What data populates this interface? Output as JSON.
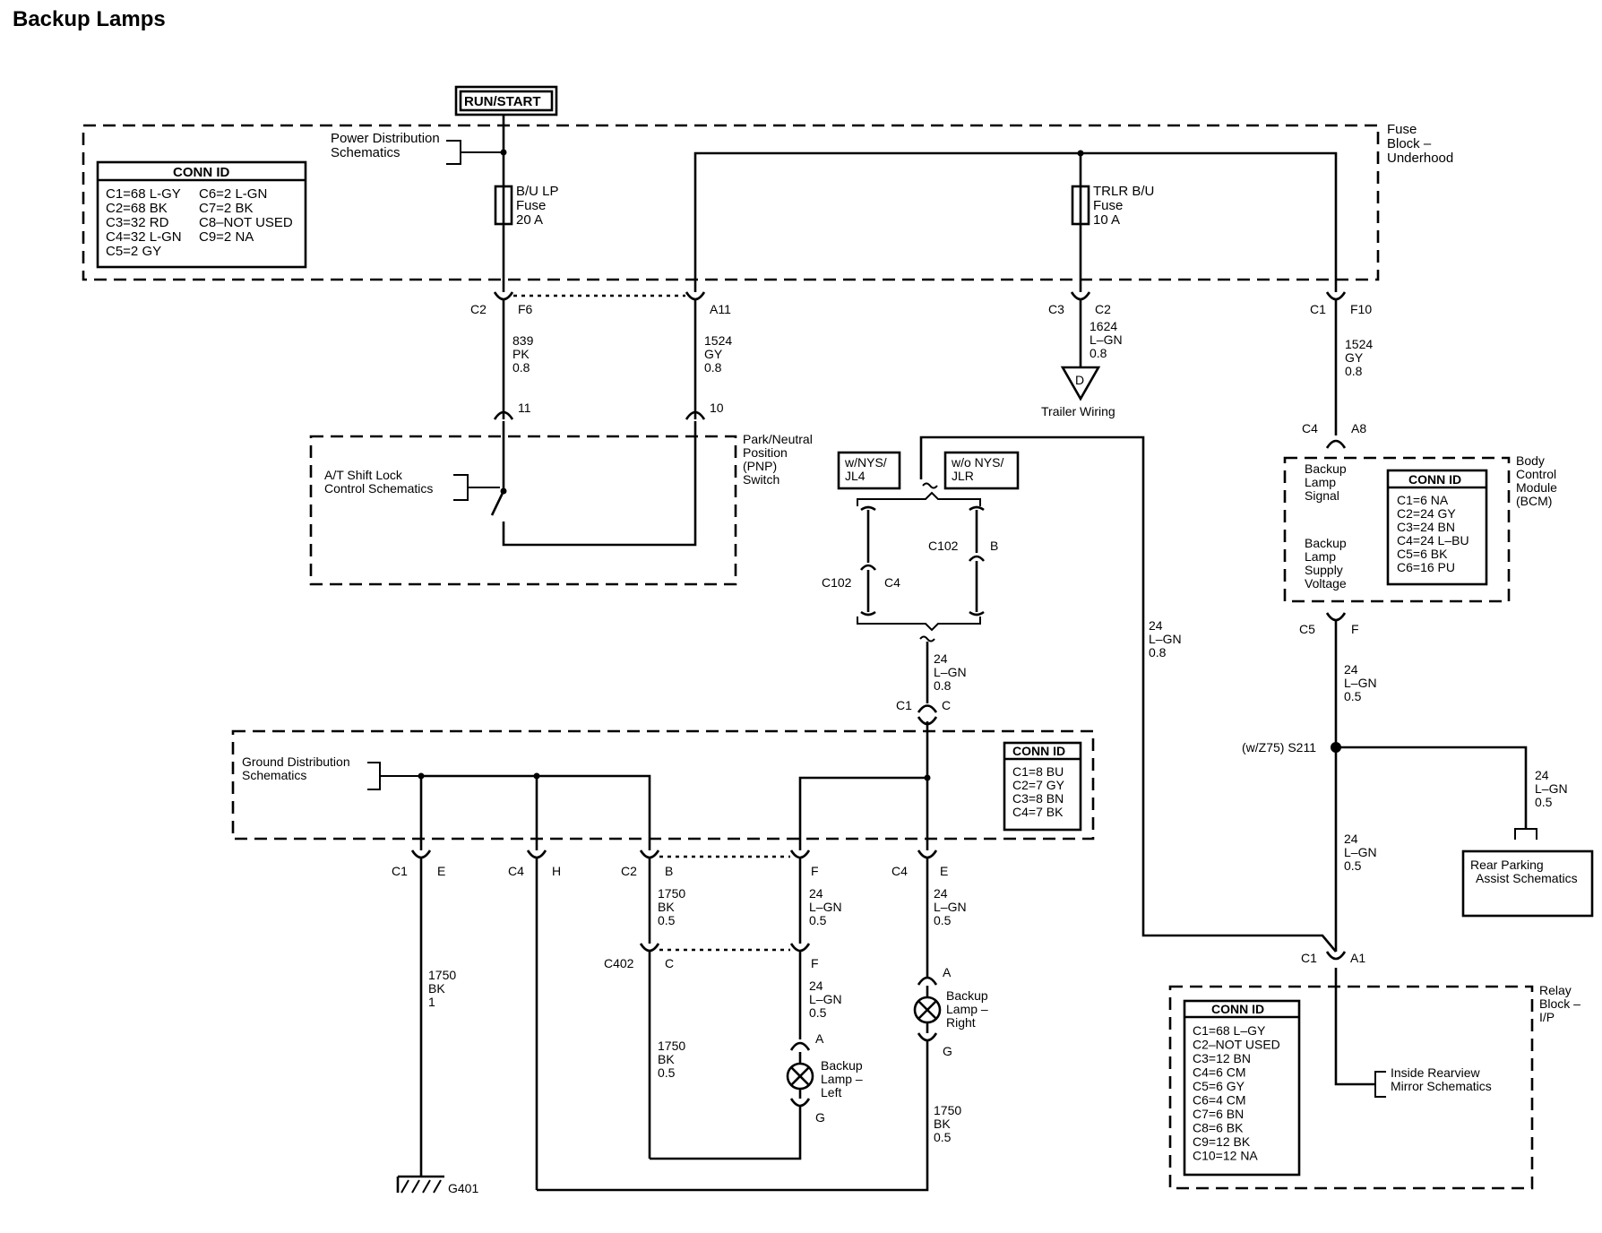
{
  "title": "Backup Lamps",
  "power_source": "RUN/START",
  "fuse_block": {
    "name": [
      "Fuse",
      "Block –",
      "Underhood"
    ],
    "power_dist_ref": [
      "Power Distribution",
      "Schematics"
    ],
    "conn_id": {
      "header": "CONN ID",
      "col1": [
        "C1=68 L-GY",
        "C2=68 BK",
        "C3=32 RD",
        "C4=32 L-GN",
        "C5=2 GY"
      ],
      "col2": [
        "C6=2 L-GN",
        "C7=2 BK",
        "C8–NOT USED",
        "C9=2 NA"
      ]
    },
    "fuse_bu": [
      "B/U LP",
      "Fuse",
      "20 A"
    ],
    "fuse_trlr": [
      "TRLR B/U",
      "Fuse",
      "10 A"
    ]
  },
  "connectors": {
    "c2_f6": [
      "C2",
      "F6"
    ],
    "a11": "A11",
    "c3_c2": [
      "C3",
      "C2"
    ],
    "c1_f10": [
      "C1",
      "F10"
    ],
    "pnp_11": "11",
    "pnp_10": "10",
    "bcm_c4_a8": [
      "C4",
      "A8"
    ],
    "bcm_c5_f": [
      "C5",
      "F"
    ],
    "c102_top": [
      "C102",
      "B"
    ],
    "c102_left": [
      "C102",
      "C4"
    ],
    "c1_c": [
      "C1",
      "C"
    ],
    "gnd_c1_e": [
      "C1",
      "E"
    ],
    "gnd_c4_h": [
      "C4",
      "H"
    ],
    "gnd_c2_b": [
      "C2",
      "B"
    ],
    "gnd_f": "F",
    "gnd_c4_e": [
      "C4",
      "E"
    ],
    "c402_c": [
      "C402",
      "C"
    ],
    "c402_f": "F",
    "lamp_l_a": "A",
    "lamp_l_g": "G",
    "lamp_r_a": "A",
    "lamp_r_g": "G",
    "relay_c1_a1": [
      "C1",
      "A1"
    ],
    "splice": "(w/Z75)  S211"
  },
  "wires": {
    "w839": [
      "839",
      "PK",
      "0.8"
    ],
    "w1524a": [
      "1524",
      "GY",
      "0.8"
    ],
    "w1624": [
      "1624",
      "L–GN",
      "0.8"
    ],
    "w1524b": [
      "1524",
      "GY",
      "0.8"
    ],
    "w24_center": [
      "24",
      "L–GN",
      "0.8"
    ],
    "w24_long": [
      "24",
      "L–GN",
      "0.8"
    ],
    "w24_bcm": [
      "24",
      "L–GN",
      "0.5"
    ],
    "w24_rpa": [
      "24",
      "L–GN",
      "0.5"
    ],
    "w24_relay": [
      "24",
      "L–GN",
      "0.5"
    ],
    "w1750_b": [
      "1750",
      "BK",
      "0.5"
    ],
    "w24_f1": [
      "24",
      "L–GN",
      "0.5"
    ],
    "w24_e": [
      "24",
      "L–GN",
      "0.5"
    ],
    "w1750_e": [
      "1750",
      "BK",
      "1"
    ],
    "w24_f2": [
      "24",
      "L–GN",
      "0.5"
    ],
    "w1750_c": [
      "1750",
      "BK",
      "0.5"
    ],
    "w1750_g": [
      "1750",
      "BK",
      "0.5"
    ]
  },
  "components": {
    "pnp_switch": [
      "Park/Neutral",
      "Position",
      "(PNP)",
      "Switch"
    ],
    "shift_lock_ref": [
      "A/T Shift Lock",
      "Control Schematics"
    ],
    "trailer_label": "Trailer Wiring",
    "trailer_symbol": "D",
    "option_nys": [
      "w/NYS/",
      "JL4"
    ],
    "option_wo_nys": [
      "w/o NYS/",
      "JLR"
    ],
    "bcm_name": [
      "Body",
      "Control",
      "Module",
      "(BCM)"
    ],
    "bcm_signal": [
      "Backup",
      "Lamp",
      "Signal"
    ],
    "bcm_supply": [
      "Backup",
      "Lamp",
      "Supply",
      "Voltage"
    ],
    "bcm_conn": {
      "header": "CONN ID",
      "items": [
        "C1=6 NA",
        "C2=24 GY",
        "C3=24 BN",
        "C4=24 L–BU",
        "C5=6 BK",
        "C6=16 PU"
      ]
    },
    "ground_ref": [
      "Ground Distribution",
      "Schematics"
    ],
    "ground_conn": {
      "header": "CONN ID",
      "items": [
        "C1=8 BU",
        "C2=7 GY",
        "C3=8 BN",
        "C4=7 BK"
      ]
    },
    "lamp_left": [
      "Backup",
      "Lamp –",
      "Left"
    ],
    "lamp_right": [
      "Backup",
      "Lamp –",
      "Right"
    ],
    "ground_g401": "G401",
    "rear_parking": [
      "Rear Parking",
      "Assist Schematics"
    ],
    "relay_block": [
      "Relay",
      "Block –",
      "I/P"
    ],
    "relay_conn": {
      "header": "CONN ID",
      "items": [
        "C1=68 L–GY",
        "C2–NOT USED",
        "C3=12 BN",
        "C4=6 CM",
        "C5=6 GY",
        "C6=4 CM",
        "C7=6 BN",
        "C8=6 BK",
        "C9=12 BK",
        "C10=12 NA"
      ]
    },
    "mirror_ref": [
      "Inside Rearview",
      "Mirror Schematics"
    ]
  }
}
